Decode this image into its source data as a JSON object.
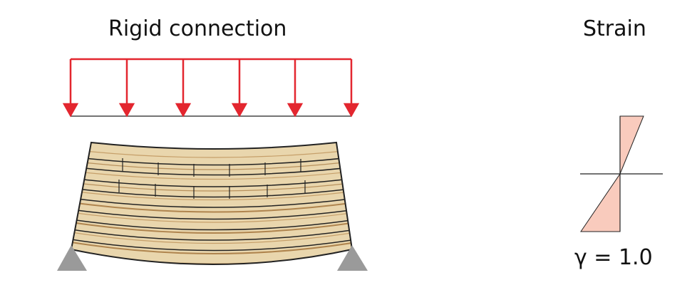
{
  "title_left": "Rigid connection",
  "title_right": "Strain",
  "gamma_label": "γ = 1.0",
  "colors": {
    "load_arrow": "#e3262f",
    "support": "#9a9a9a",
    "strain_fill": "#f9cbbd",
    "wood_light": "#e9d6ad",
    "wood_grain": "#b38a55",
    "outline": "#222222"
  }
}
